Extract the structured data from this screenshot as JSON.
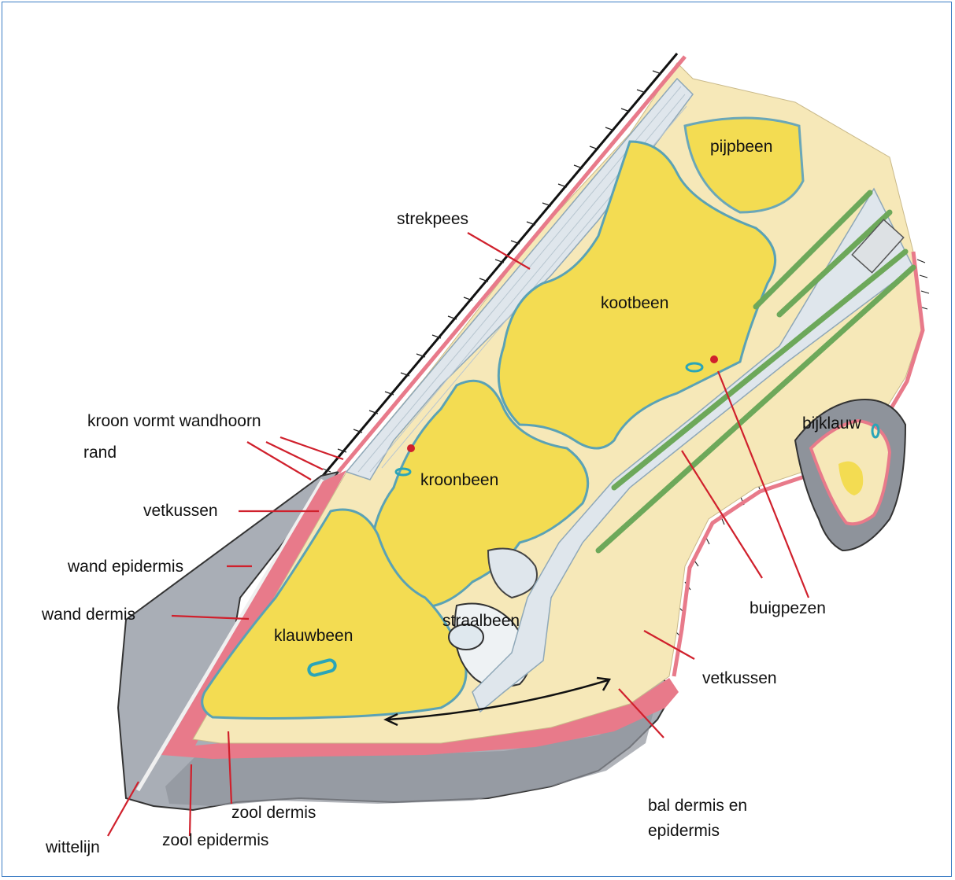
{
  "labels": {
    "pijpbeen": "pijpbeen",
    "strekpees": "strekpees",
    "kootbeen": "kootbeen",
    "kroon_vormt_wandhoorn": "kroon vormt wandhoorn",
    "rand": "rand",
    "bijklauw": "bijklauw",
    "kroonbeen": "kroonbeen",
    "vetkussen_front": "vetkussen",
    "wand_epidermis": "wand epidermis",
    "wand_dermis": "wand dermis",
    "straalbeen": "straalbeen",
    "buigpezen": "buigpezen",
    "klauwbeen": "klauwbeen",
    "vetkussen_back": "vetkussen",
    "wittelijn": "wittelijn",
    "zool_dermis": "zool dermis",
    "zool_epidermis": "zool epidermis",
    "bal_dermis_line1": "bal dermis en",
    "bal_dermis_line2": "epidermis"
  },
  "colors": {
    "frame": "#3b7dc4",
    "bone": "#f3dc52",
    "bone_light": "#f7ea9a",
    "fat": "#f6e8b8",
    "dermis": "#e87a8a",
    "epidermis": "#a9aeb6",
    "tendon": "#dfe6ec",
    "cartilage": "#9fd6e2",
    "tendon_green": "#6da85a",
    "pointer": "#d0202c"
  }
}
